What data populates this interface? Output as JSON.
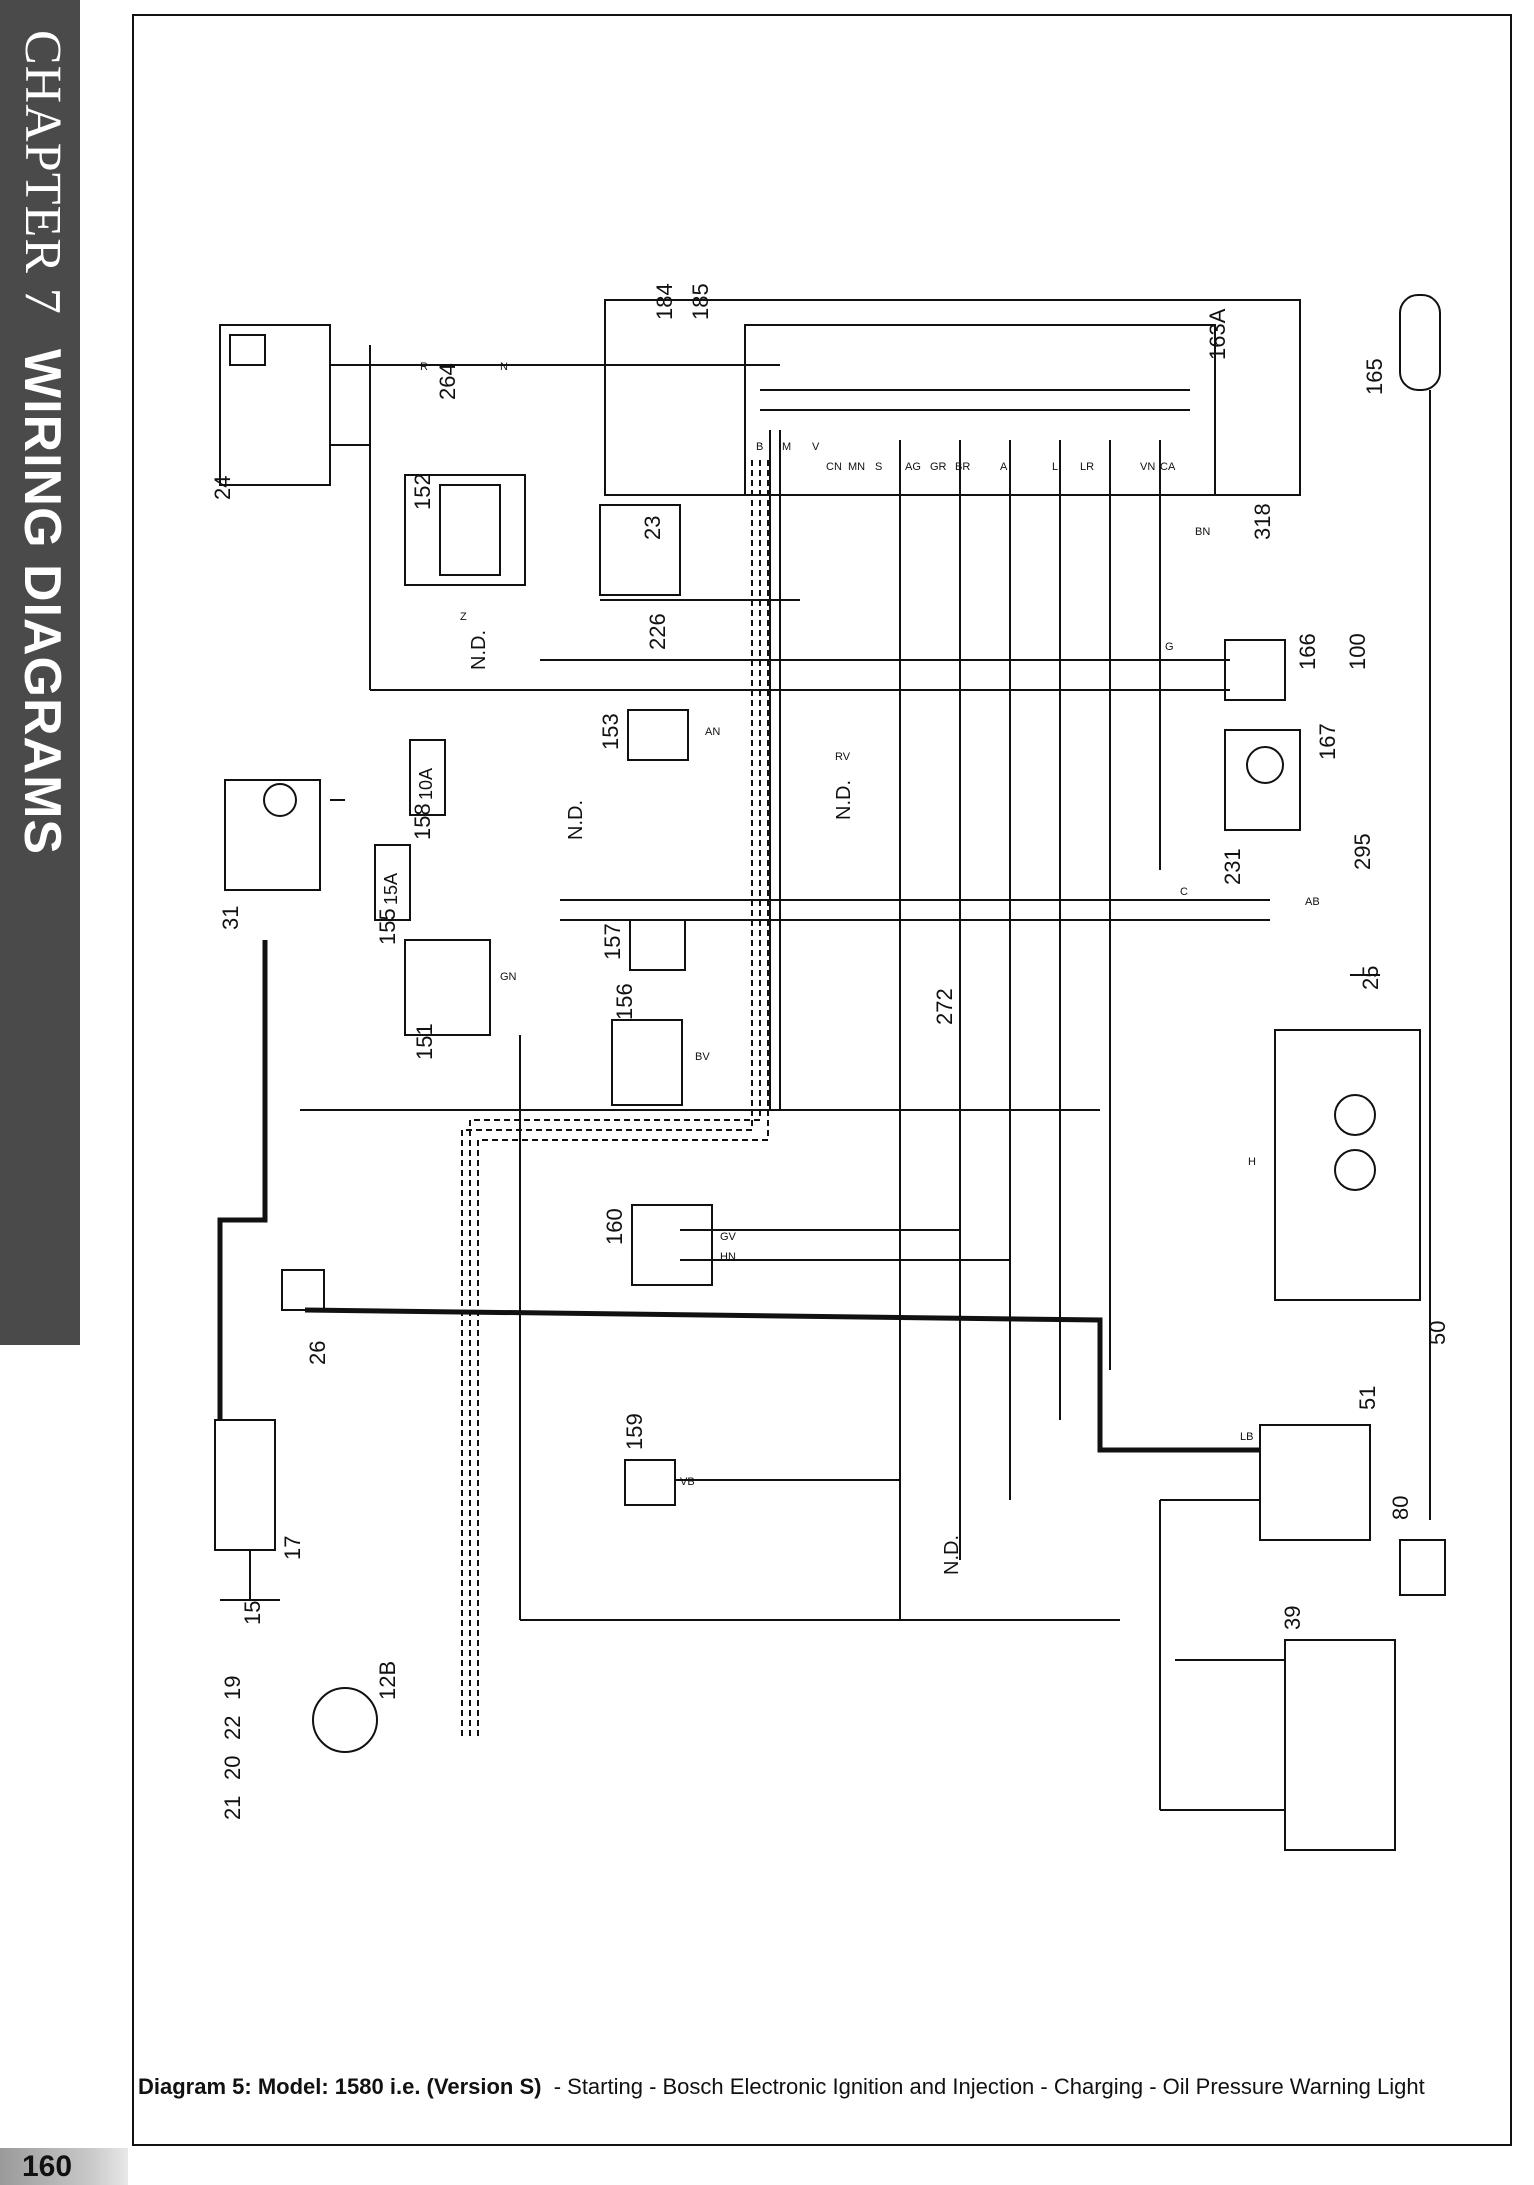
{
  "side_tab": {
    "chapter": "CHAPTER 7",
    "section": "WIRING DIAGRAMS"
  },
  "caption": {
    "title": "Diagram 5: Model: 1580 i.e. (Version S)",
    "description": "- Starting - Bosch Electronic Ignition and Injection - Charging - Oil Pressure Warning Light"
  },
  "page_number": "160",
  "components": [
    {
      "id": "24",
      "label": "24"
    },
    {
      "id": "264",
      "label": "264"
    },
    {
      "id": "184",
      "label": "184"
    },
    {
      "id": "185",
      "label": "185"
    },
    {
      "id": "163A",
      "label": "163A"
    },
    {
      "id": "165",
      "label": "165"
    },
    {
      "id": "152",
      "label": "152"
    },
    {
      "id": "23",
      "label": "23"
    },
    {
      "id": "318",
      "label": "318"
    },
    {
      "id": "226",
      "label": "226"
    },
    {
      "id": "166",
      "label": "166"
    },
    {
      "id": "100",
      "label": "100"
    },
    {
      "id": "153",
      "label": "153"
    },
    {
      "id": "167",
      "label": "167"
    },
    {
      "id": "158",
      "label": "158"
    },
    {
      "id": "31",
      "label": "31"
    },
    {
      "id": "155",
      "label": "155"
    },
    {
      "id": "231",
      "label": "231"
    },
    {
      "id": "295",
      "label": "295"
    },
    {
      "id": "157",
      "label": "157"
    },
    {
      "id": "25",
      "label": "25"
    },
    {
      "id": "151",
      "label": "151"
    },
    {
      "id": "156",
      "label": "156"
    },
    {
      "id": "272",
      "label": "272"
    },
    {
      "id": "160",
      "label": "160"
    },
    {
      "id": "26",
      "label": "26"
    },
    {
      "id": "50",
      "label": "50"
    },
    {
      "id": "51",
      "label": "51"
    },
    {
      "id": "17",
      "label": "17"
    },
    {
      "id": "159",
      "label": "159"
    },
    {
      "id": "80",
      "label": "80"
    },
    {
      "id": "15",
      "label": "15"
    },
    {
      "id": "39",
      "label": "39"
    },
    {
      "id": "12B",
      "label": "12B"
    },
    {
      "id": "19",
      "label": "19"
    },
    {
      "id": "22",
      "label": "22"
    },
    {
      "id": "20",
      "label": "20"
    },
    {
      "id": "21",
      "label": "21"
    }
  ],
  "annotations": [
    "N.D.",
    "N.D.",
    "N.D.",
    "N.D."
  ],
  "fuse_labels": [
    "10A",
    "15A"
  ],
  "wire_codes": [
    "R",
    "N",
    "B",
    "M",
    "V",
    "G",
    "C",
    "H",
    "L",
    "Z",
    "S",
    "A",
    "AB",
    "AG",
    "AN",
    "BN",
    "BR",
    "CN",
    "GN",
    "GR",
    "GV",
    "HN",
    "LB",
    "LR",
    "MN",
    "RV",
    "VB",
    "VN",
    "BV",
    "CA"
  ]
}
